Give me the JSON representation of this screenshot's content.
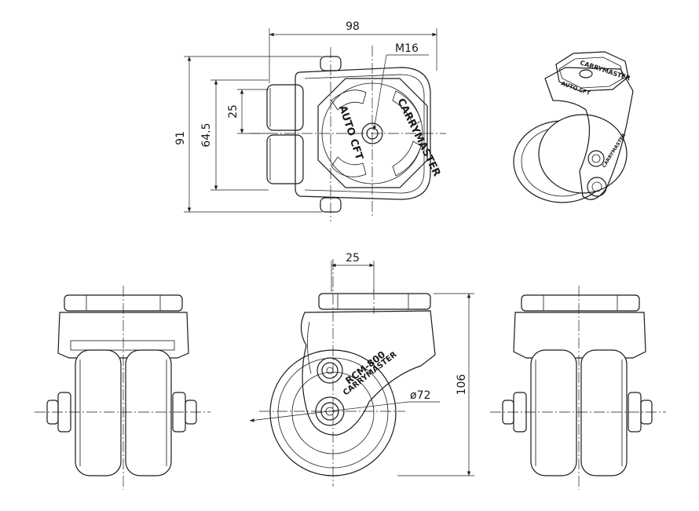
{
  "dimensions": {
    "top_width": "98",
    "thread": "M16",
    "overall_height_top": "91",
    "offset_64": "64.5",
    "offset_25_top": "25",
    "offset_25_front": "25",
    "wheel_diameter": "ø72",
    "overall_height": "106"
  },
  "markings": {
    "brand": "CARRYMASTER",
    "logo_text": "AUTO CFT",
    "model": "RCM-800",
    "brand_side": "CARRYMASTER"
  },
  "colors": {
    "line": "#1a1a1a",
    "paper": "#ffffff"
  }
}
